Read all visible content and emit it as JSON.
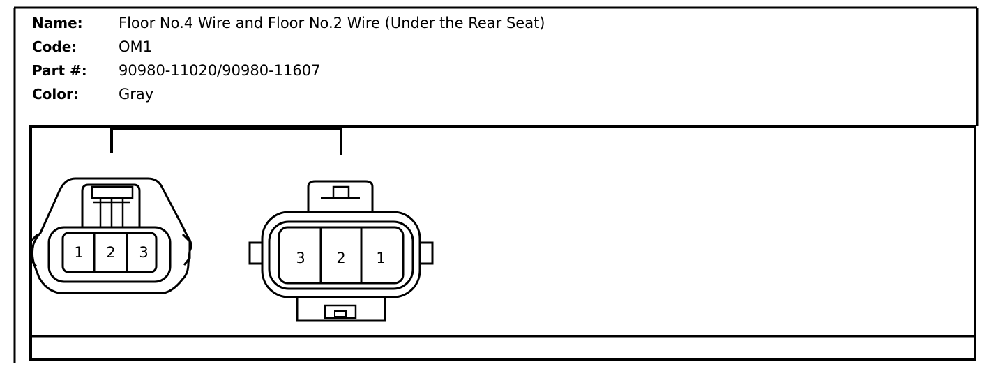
{
  "info": {
    "name_label": "Name:",
    "name_value": "Floor No.4 Wire and Floor No.2 Wire (Under the Rear Seat)",
    "code_label": "Code:",
    "code_value": "OM1",
    "part_label": "Part #:",
    "part_value": "90980-11020/90980-11607",
    "color_label": "Color:",
    "color_value": "Gray"
  },
  "connectors": {
    "left_pins": [
      "1",
      "2",
      "3"
    ],
    "right_pins": [
      "3",
      "2",
      "1"
    ]
  }
}
